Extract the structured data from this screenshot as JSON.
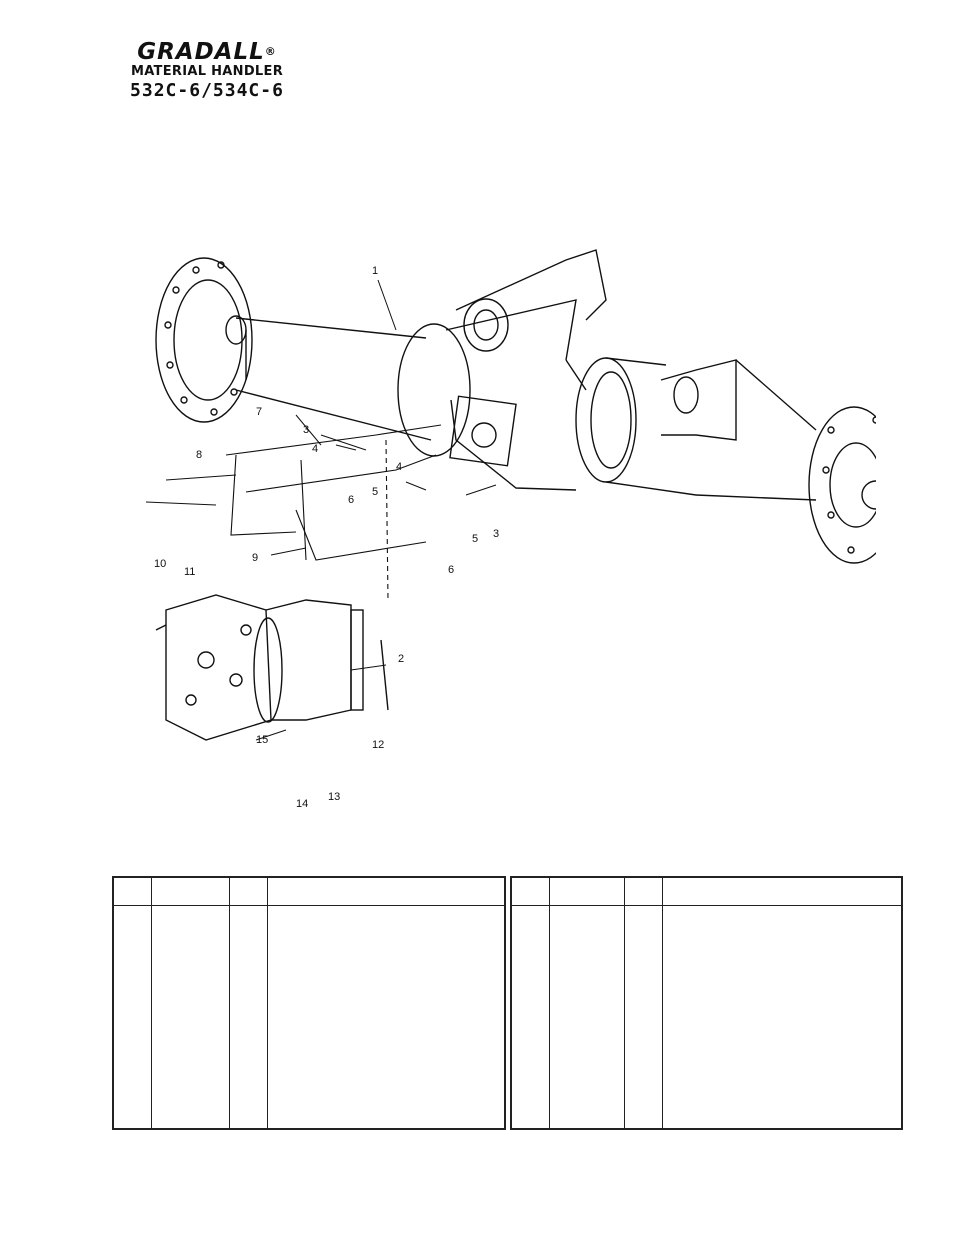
{
  "header": {
    "brand": "GRADALL",
    "registered_mark": "®",
    "product_line": "MATERIAL HANDLER",
    "model": "532C-6/534C-6"
  },
  "callouts": {
    "c1": "1",
    "c2": "2",
    "c3a": "3",
    "c3b": "3",
    "c4a": "4",
    "c4b": "4",
    "c5a": "5",
    "c5b": "5",
    "c6a": "6",
    "c6b": "6",
    "c7": "7",
    "c8": "8",
    "c9": "9",
    "c10": "10",
    "c11": "11",
    "c12": "12",
    "c13": "13",
    "c14": "14",
    "c15": "15"
  },
  "parts_table": {
    "left": {
      "headers": [
        "",
        "",
        "",
        ""
      ]
    },
    "right": {
      "headers": [
        "",
        "",
        "",
        ""
      ]
    }
  }
}
